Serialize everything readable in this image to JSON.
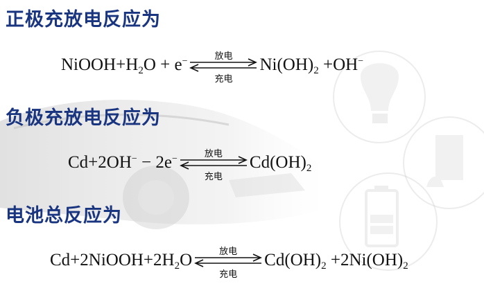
{
  "sections": [
    {
      "heading": "正极充放电反应为",
      "left": [
        {
          "t": "NiOOH+H"
        },
        {
          "sub": "2"
        },
        {
          "t": "O + e"
        },
        {
          "sup": "−"
        }
      ],
      "arrow_top": "放电",
      "arrow_bottom": "充电",
      "right": [
        {
          "t": "Ni(OH)"
        },
        {
          "sub": "2"
        },
        {
          "t": " +OH"
        },
        {
          "sup": "−"
        }
      ]
    },
    {
      "heading": "负极充放电反应为",
      "left": [
        {
          "t": "Cd+2OH"
        },
        {
          "sup": "−"
        },
        {
          "t": " − 2e"
        },
        {
          "sup": "−"
        }
      ],
      "arrow_top": "放电",
      "arrow_bottom": "充电",
      "right": [
        {
          "t": "Cd(OH)"
        },
        {
          "sub": "2"
        }
      ]
    },
    {
      "heading": "电池总反应为",
      "left": [
        {
          "t": "Cd+2NiOOH+2H"
        },
        {
          "sub": "2"
        },
        {
          "t": "O"
        }
      ],
      "arrow_top": "放电",
      "arrow_bottom": "充电",
      "right": [
        {
          "t": "Cd(OH)"
        },
        {
          "sub": "2"
        },
        {
          "t": " +2Ni(OH)"
        },
        {
          "sub": "2"
        }
      ]
    }
  ]
}
